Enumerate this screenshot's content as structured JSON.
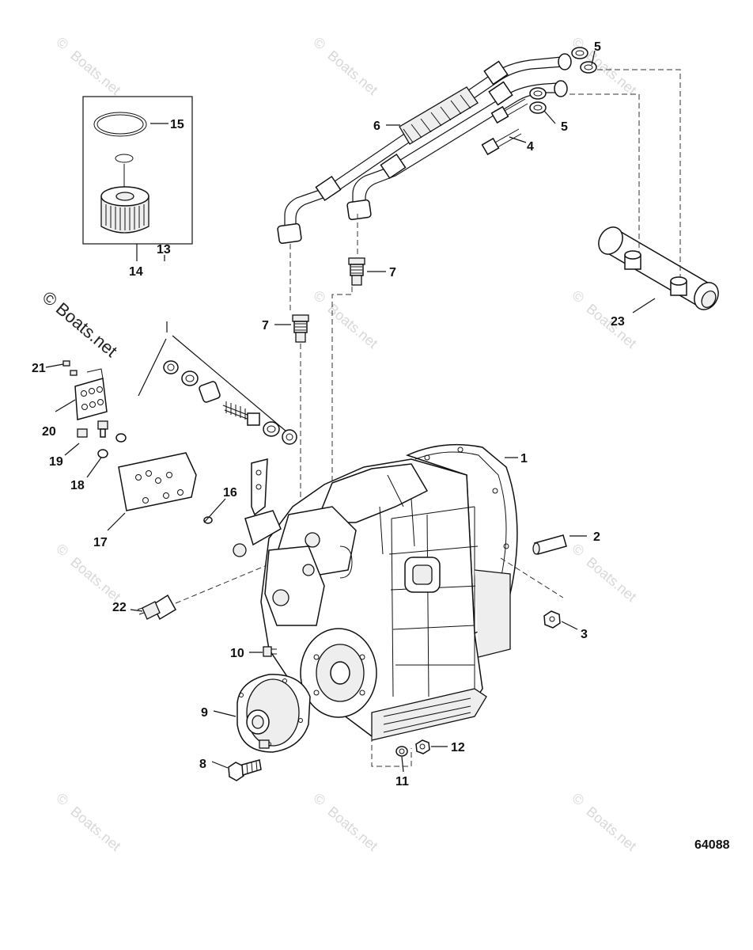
{
  "diagram_number": "64088",
  "watermark": {
    "text": "© Boats.net",
    "tile_text": "Boats.net",
    "copyright_symbol": "©"
  },
  "callouts": {
    "c1": "1",
    "c2": "2",
    "c3": "3",
    "c4": "4",
    "c5a": "5",
    "c5b": "5",
    "c6": "6",
    "c7a": "7",
    "c7b": "7",
    "c8": "8",
    "c9": "9",
    "c10": "10",
    "c11": "11",
    "c12": "12",
    "c13": "13",
    "c14": "14",
    "c15": "15",
    "c16": "16",
    "c17": "17",
    "c18": "18",
    "c19": "19",
    "c20": "20",
    "c21": "21",
    "c22": "22",
    "c23": "23"
  },
  "colors": {
    "ink": "#111111",
    "watermark": "#d8d8d8",
    "background": "#ffffff"
  }
}
